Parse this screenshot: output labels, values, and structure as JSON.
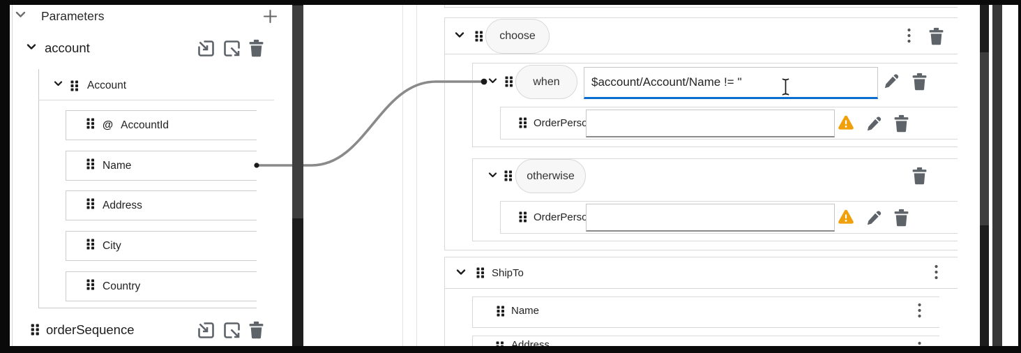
{
  "left_panel": {
    "title": "Parameters",
    "account": {
      "label": "account",
      "node_label": "Account",
      "fields": [
        {
          "prefix": "@",
          "label": "AccountId"
        },
        {
          "prefix": "",
          "label": "Name"
        },
        {
          "prefix": "",
          "label": "Address"
        },
        {
          "prefix": "",
          "label": "City"
        },
        {
          "prefix": "",
          "label": "Country"
        }
      ]
    },
    "order_sequence": {
      "label": "orderSequence"
    }
  },
  "right_panel": {
    "choose": {
      "label": "choose"
    },
    "when": {
      "label": "when",
      "condition_value": "$account/Account/Name != ''",
      "child": {
        "label": "OrderPerson",
        "value": ""
      }
    },
    "otherwise": {
      "label": "otherwise",
      "child": {
        "label": "OrderPerson",
        "value": ""
      }
    },
    "ship_to": {
      "label": "ShipTo",
      "children": [
        {
          "label": "Name"
        },
        {
          "label": "Address"
        }
      ]
    }
  },
  "colors": {
    "accent_blue": "#0a6ed1",
    "warning_orange": "#efa00b",
    "icon_gray": "#5d6368",
    "connector_gray": "#8a8a8a"
  }
}
